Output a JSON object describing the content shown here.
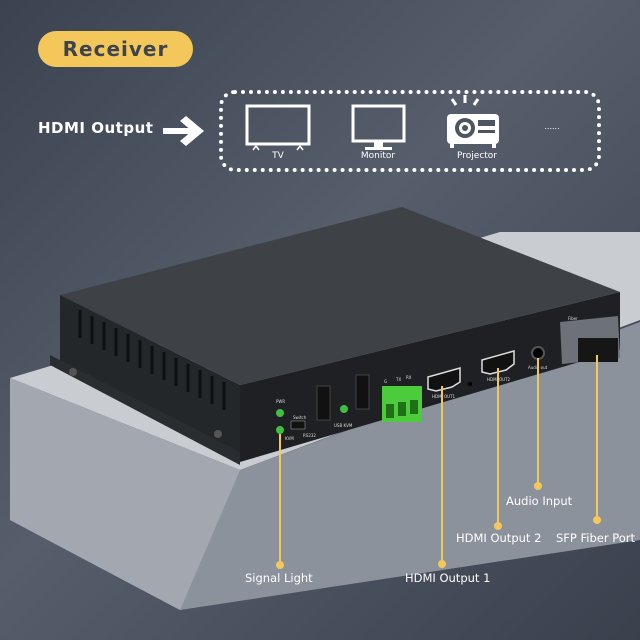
{
  "header": {
    "badge": "Receiver"
  },
  "output": {
    "label": "HDMI Output",
    "devices": [
      {
        "name": "TV",
        "icon": "tv-icon"
      },
      {
        "name": "Monitor",
        "icon": "monitor-icon"
      },
      {
        "name": "Projector",
        "icon": "projector-icon"
      }
    ],
    "more": "......"
  },
  "panel_labels": {
    "pwr": "PWR",
    "switch": "Switch",
    "kvm": "KVM",
    "rs232": "RS232",
    "usb_kvm": "USB KVM",
    "g": "G",
    "tx": "TX",
    "rx": "RX",
    "hdmi_out1": "HDMI OUT1",
    "hdmi_out2": "HDMI OUT2",
    "audio": "Audio out",
    "fiber": "Fiber"
  },
  "callouts": {
    "signal_light": "Signal Light",
    "hdmi_output_1": "HDMI Output 1",
    "hdmi_output_2": "HDMI Output 2",
    "audio_input": "Audio Input",
    "sfp_fiber_port": "SFP Fiber Port"
  },
  "colors": {
    "accent": "#f4c75a",
    "led": "#3fbf3f",
    "terminal": "#4ccc3c"
  }
}
